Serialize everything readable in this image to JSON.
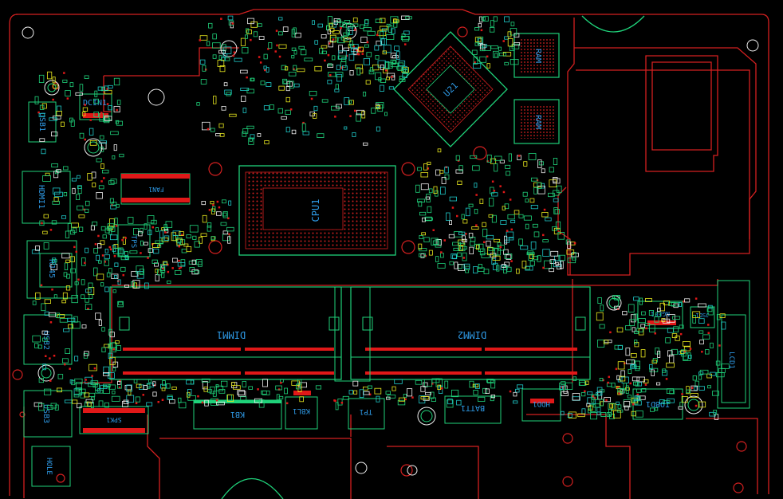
{
  "colors": {
    "background": "#000000",
    "outline": "#d42020",
    "component": "#1fd27a",
    "label": "#2e9ae6",
    "pad": "#e01818",
    "cyan": "#1ec8c8",
    "yellow": "#e8e81e"
  },
  "labels": {
    "dc_in": "DCIN1",
    "usb1": "USB1",
    "hdmi": "HDMI1",
    "rj45": "RJ45",
    "usb2": "USB2",
    "usb3": "USB3",
    "hole": "HOLE",
    "cpu": "CPU1",
    "pch": "U21",
    "ram_top": "RAM",
    "ram_bottom": "RAM",
    "dimm1": "DIMM1",
    "dimm2": "DIMM2",
    "kb": "KB1",
    "kbl": "KBL1",
    "tp": "TP1",
    "batt": "BATT1",
    "hdd": "HDD1",
    "iobd": "IOBD1",
    "ngff": "NGFF1",
    "lcd": "LCD1",
    "spk": "SPK1",
    "fan": "FAN1",
    "tps": "TPS",
    "jsd": "JSD1"
  }
}
